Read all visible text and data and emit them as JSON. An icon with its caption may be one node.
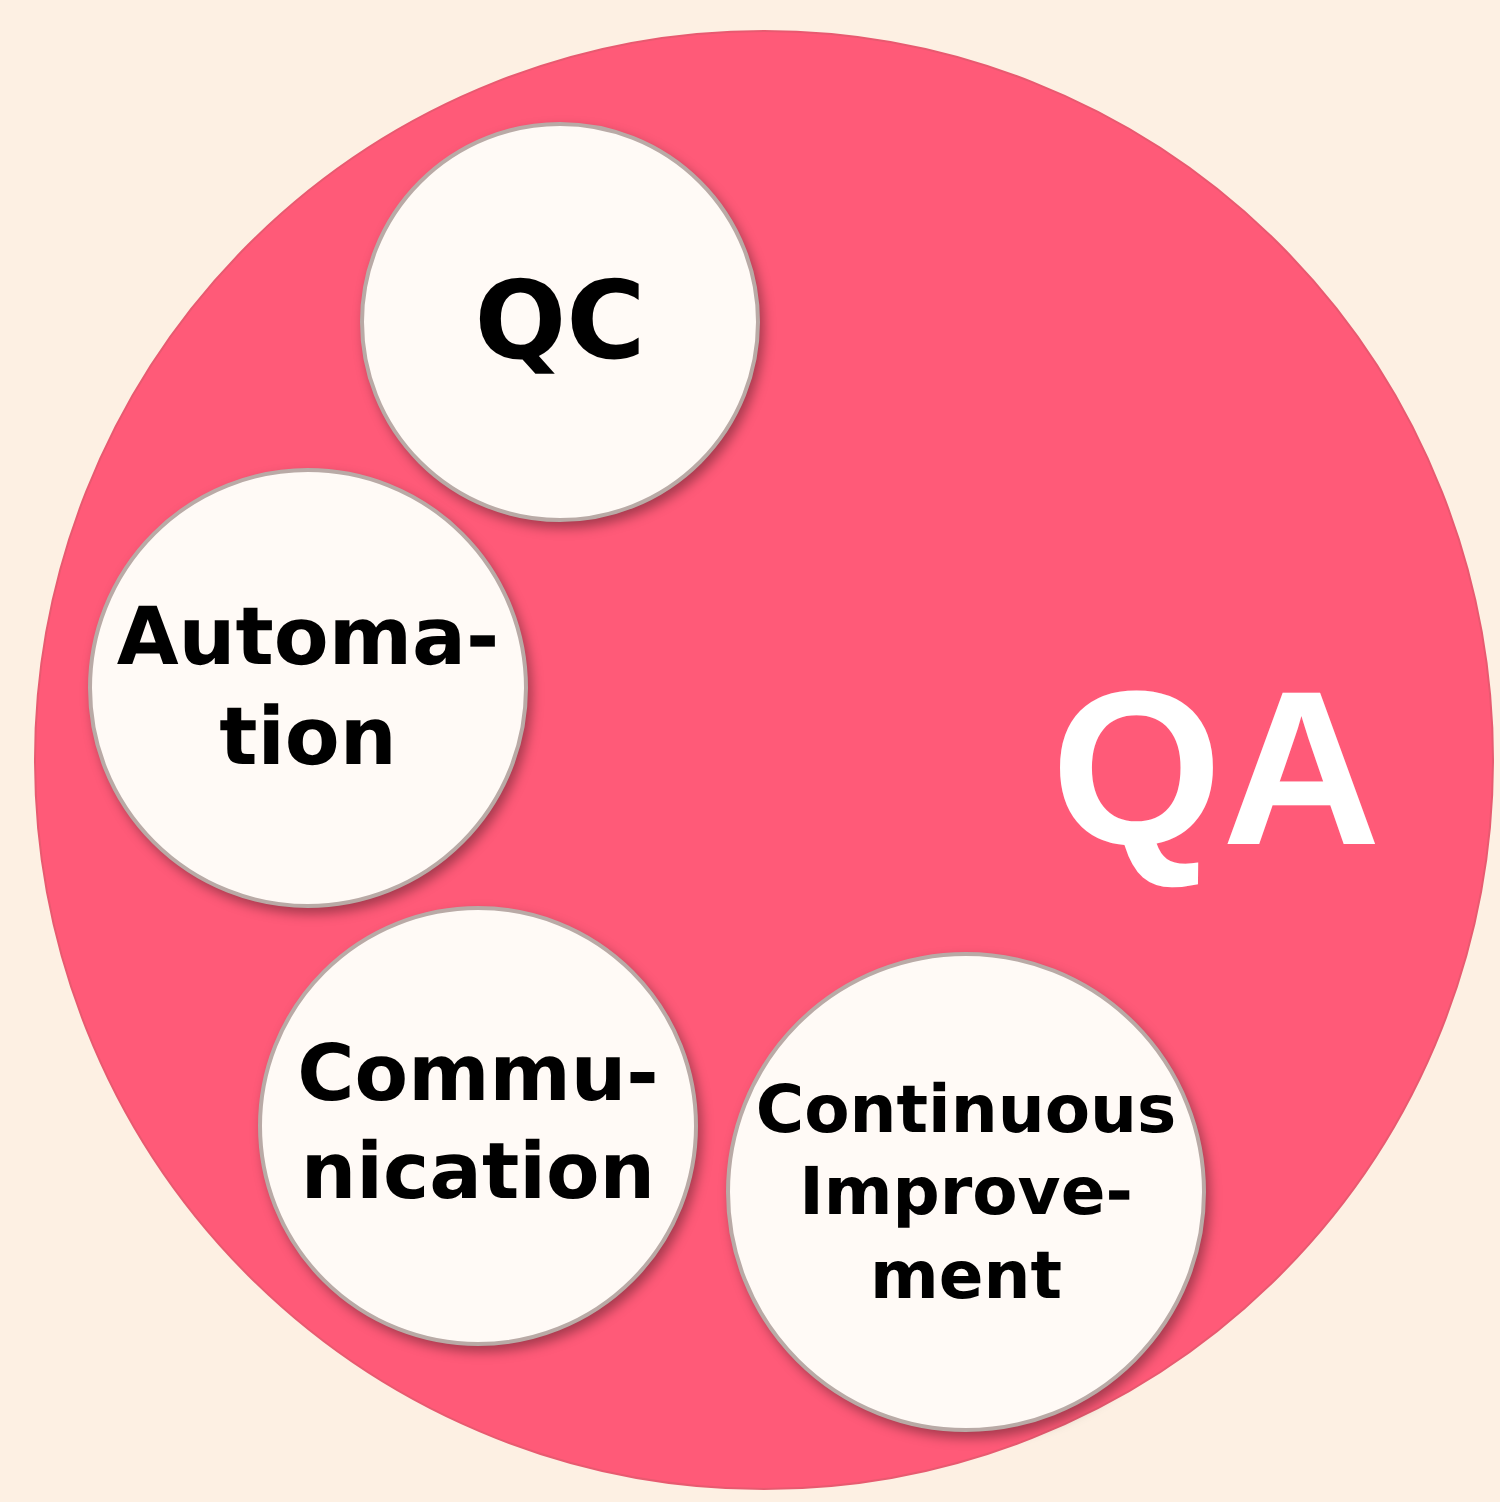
{
  "diagram": {
    "nodes": [
      {
        "text": [
          "QA"
        ]
      },
      {
        "text": [
          "QC"
        ],
        "in": 0
      },
      {
        "text": [
          "Automa- tion"
        ],
        "in": 0
      },
      {
        "text": [
          "Commu- nication"
        ],
        "in": 0
      },
      {
        "text": [
          "Continuous Improve- ment"
        ],
        "in": 0
      }
    ],
    "edges": []
  }
}
